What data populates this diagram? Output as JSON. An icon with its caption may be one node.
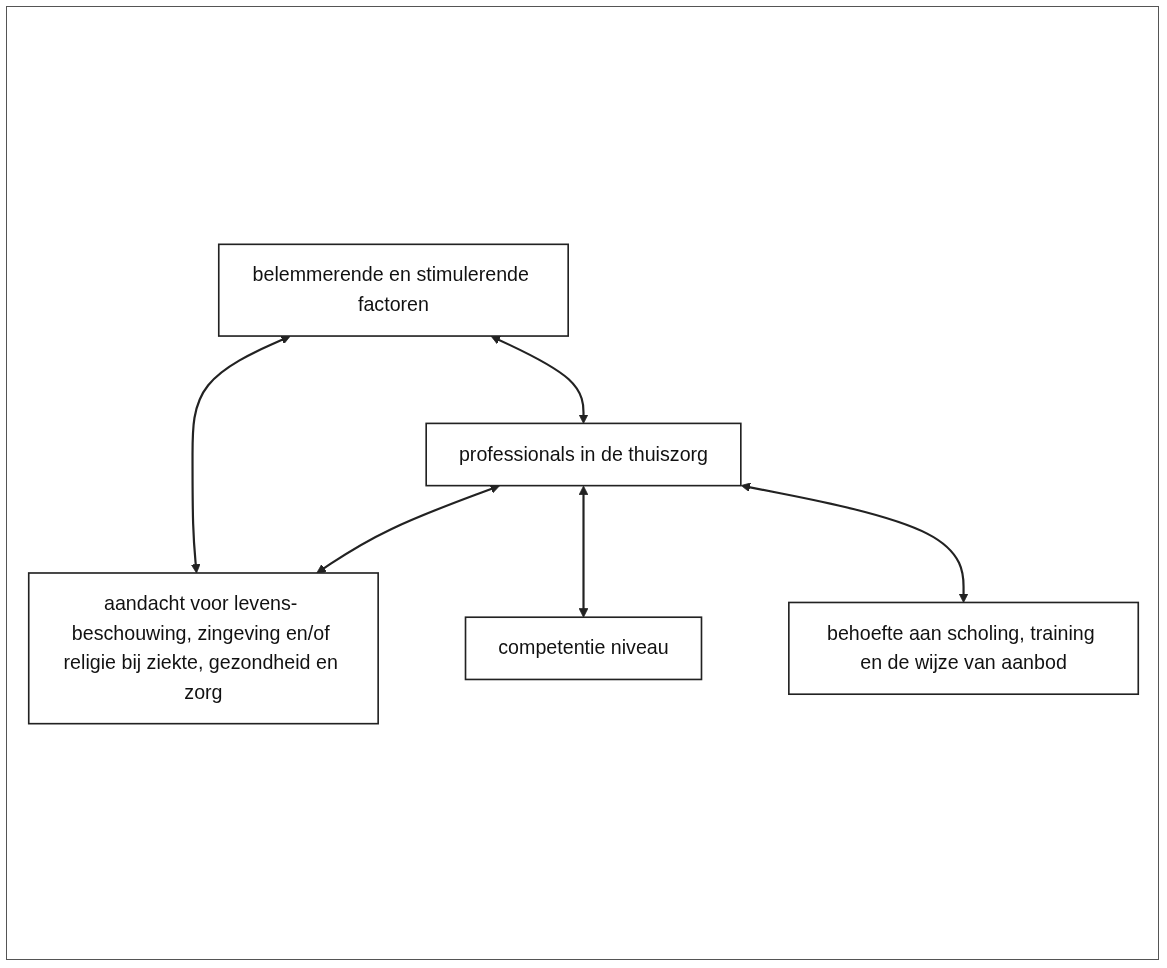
{
  "diagram": {
    "nodes": [
      {
        "text": [
          "belemmerende en stimulerende factoren"
        ]
      },
      {
        "text": [
          "professionals in de thuiszorg"
        ]
      },
      {
        "text": [
          "aandacht voor levens- beschouwing, zingeving en/of religie bij ziekte, gezondheid en zorg"
        ]
      },
      {
        "text": [
          "competentie niveau"
        ]
      },
      {
        "text": [
          "behoefte aan scholing, training en de wijze van aanbod"
        ]
      }
    ],
    "edges": [
      {
        "from": 0,
        "to": 1,
        "arrow": "both"
      },
      {
        "from": 0,
        "to": 2,
        "arrow": "both"
      },
      {
        "from": 1,
        "to": 2,
        "arrow": "both"
      },
      {
        "from": 1,
        "to": 3,
        "arrow": "both"
      },
      {
        "from": 1,
        "to": 4,
        "arrow": "both"
      }
    ]
  }
}
